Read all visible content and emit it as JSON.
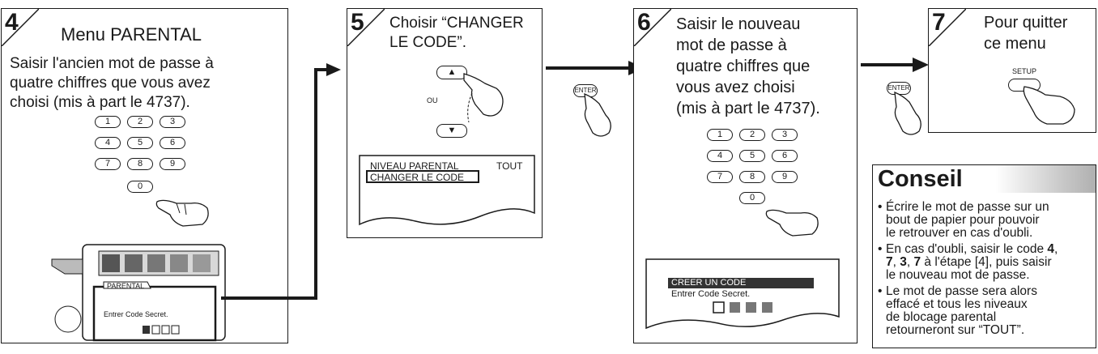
{
  "steps": [
    {
      "number": "4",
      "title": "Menu PARENTAL",
      "lines": [
        "Saisir l'ancien mot de passe à",
        "quatre chiffres que vous avez",
        "choisi (mis à part le 4737)."
      ],
      "keys": [
        "1",
        "2",
        "3",
        "4",
        "5",
        "6",
        "7",
        "8",
        "9",
        "0"
      ],
      "screen": {
        "tab": "PARENTAL",
        "prompt": "Entrer Code Secret."
      }
    },
    {
      "number": "5",
      "lines": [
        "Choisir “CHANGER",
        "LE CODE”."
      ],
      "up_key": "▲",
      "or_label": "OU",
      "down_key": "▼",
      "screen": {
        "row1_label": "NIVEAU PARENTAL",
        "row1_value": "TOUT",
        "row2": "CHANGER LE CODE"
      }
    },
    {
      "enter_key": "ENTER"
    },
    {
      "number": "6",
      "lines": [
        "Saisir le nouveau",
        "mot de passe à",
        "quatre chiffres que",
        "vous avez choisi",
        "(mis à part le 4737)."
      ],
      "keys": [
        "1",
        "2",
        "3",
        "4",
        "5",
        "6",
        "7",
        "8",
        "9",
        "0"
      ],
      "screen": {
        "header": "CREER UN CODE",
        "prompt": "Entrer Code Secret."
      }
    },
    {
      "enter_key": "ENTER"
    },
    {
      "number": "7",
      "lines": [
        "Pour quitter",
        "ce menu"
      ],
      "setup_key": "SETUP"
    }
  ],
  "conseil": {
    "title": "Conseil",
    "tips": [
      {
        "lines": [
          "Écrire le mot de passe sur un",
          "bout de papier pour pouvoir",
          "le retrouver en cas d'oubli."
        ]
      },
      {
        "rich": true,
        "lines": [
          "En cas d'oubli, saisir le code 4,",
          "7, 3, 7 à l'étape [4], puis saisir",
          "le nouveau mot de passe."
        ]
      },
      {
        "lines": [
          "Le mot de passe sera alors",
          "effacé et tous les niveaux",
          "de blocage parental",
          "retourneront sur “TOUT”."
        ]
      }
    ]
  },
  "colors": {
    "ink": "#1a1a1a",
    "highlight_bar": "#333333",
    "gradient": "#b0b0b0"
  }
}
